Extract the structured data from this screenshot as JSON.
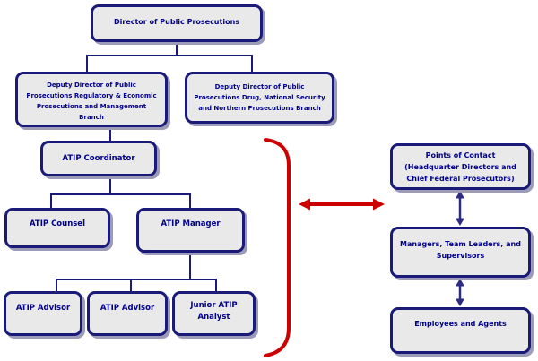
{
  "colors": {
    "box_border": "#1A1A78",
    "box_fill": "#E9E9E9",
    "text": "#00008B",
    "connector": "#1A1A78",
    "arrow": "#2B2B85",
    "red": "#CC0000",
    "shadow": "#9C9CB8",
    "bg": "#FFFFFF"
  },
  "org_chart": {
    "director": {
      "label": "Director of Public Prosecutions"
    },
    "deputy_left": {
      "lines": [
        "Deputy Director of Public",
        "Prosecutions Regulatory & Economic",
        "Prosecutions and Management",
        "Branch"
      ]
    },
    "deputy_right": {
      "lines": [
        "Deputy Director of Public",
        "Prosecutions Drug, National  Security",
        "and Northern Prosecutions Branch"
      ]
    },
    "atip_coordinator": {
      "label": "ATIP Coordinator"
    },
    "atip_counsel": {
      "label": "ATIP Counsel"
    },
    "atip_manager": {
      "label": "ATIP Manager"
    },
    "atip_advisor_1": {
      "label": "ATIP Advisor"
    },
    "atip_advisor_2": {
      "label": "ATIP Advisor"
    },
    "junior_atip_analyst": {
      "lines": [
        "Junior ATIP",
        "Analyst"
      ]
    }
  },
  "contacts_column": {
    "points_of_contact": {
      "lines": [
        "Points of Contact",
        "(Headquarter Directors and",
        "Chief Federal Prosecutors)"
      ]
    },
    "managers": {
      "lines": [
        "Managers, Team Leaders, and",
        "Supervisors"
      ]
    },
    "employees": {
      "label": "Employees and Agents"
    }
  }
}
